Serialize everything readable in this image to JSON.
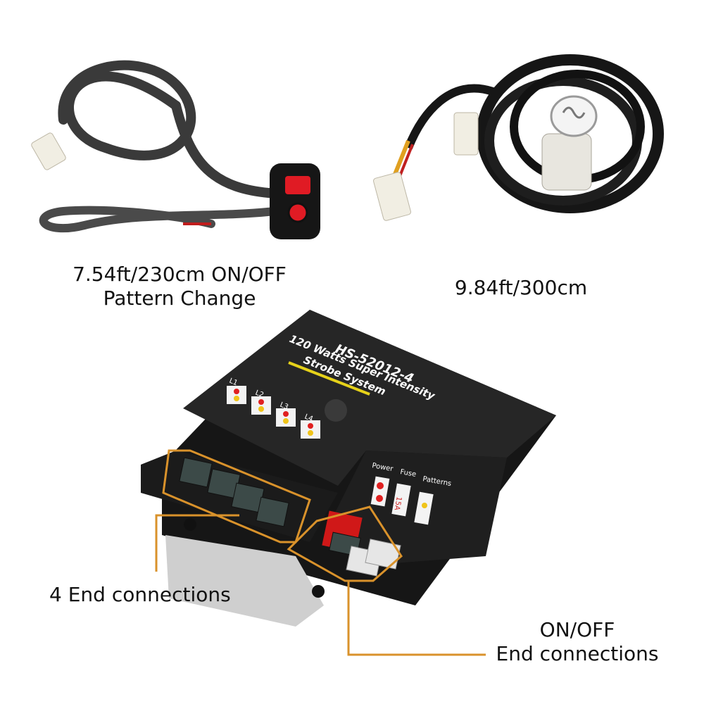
{
  "captions": {
    "switch_cable_line1": "7.54ft/230cm ON/OFF",
    "switch_cable_line2": "Pattern Change",
    "strobe_cable": "9.84ft/300cm",
    "end_connections_4": "4 End connections",
    "onoff_line1": "ON/OFF",
    "onoff_line2": "End connections"
  },
  "device": {
    "model": "HS-52012-4",
    "line1": "120 Watts Super Intensity",
    "line2": "Strobe System",
    "channels": [
      "L1",
      "L2",
      "L3",
      "L4"
    ],
    "panel_labels": [
      "Power",
      "Fuse",
      "Patterns"
    ],
    "fuse_text": "15A"
  },
  "colors": {
    "callout": "#d9922b",
    "device_body": "#1c1c1c",
    "indicator_red": "#e02020",
    "indicator_yellow": "#f0c419"
  }
}
